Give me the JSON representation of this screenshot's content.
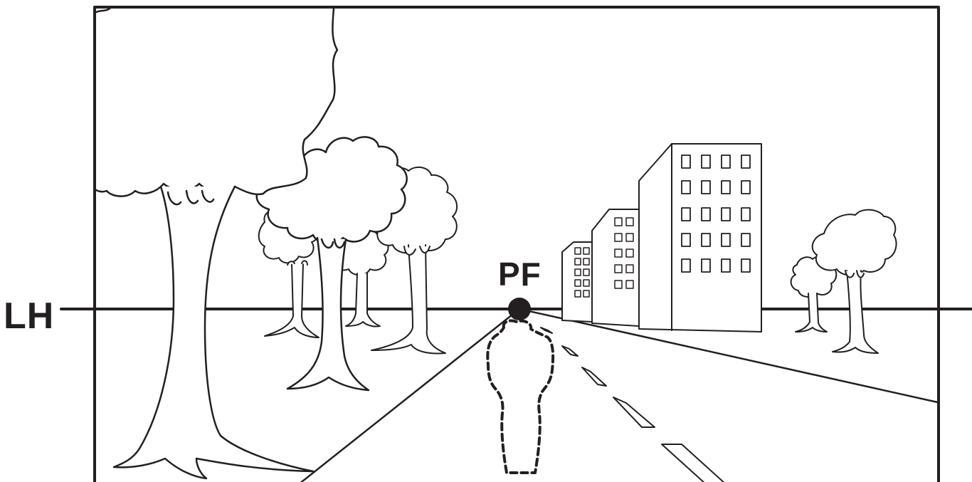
{
  "labels": {
    "horizon": "LH",
    "vanishing_point": "PF"
  },
  "colors": {
    "ink": "#231f20",
    "background": "#ffffff"
  },
  "elements": {
    "frame": "picture-frame",
    "horizon_line": "horizon-line",
    "vanishing_point": "vanishing-point-dot",
    "road": "road-perspective-lines",
    "center_line": "road-dashed-center-line",
    "figure": "dashed-person-silhouette",
    "buildings": [
      "building-small",
      "building-medium",
      "building-large"
    ],
    "trees": [
      "tree-large-left",
      "tree-middle-left",
      "tree-background-left",
      "tree-background-center",
      "tree-right-large",
      "tree-right-small"
    ]
  }
}
